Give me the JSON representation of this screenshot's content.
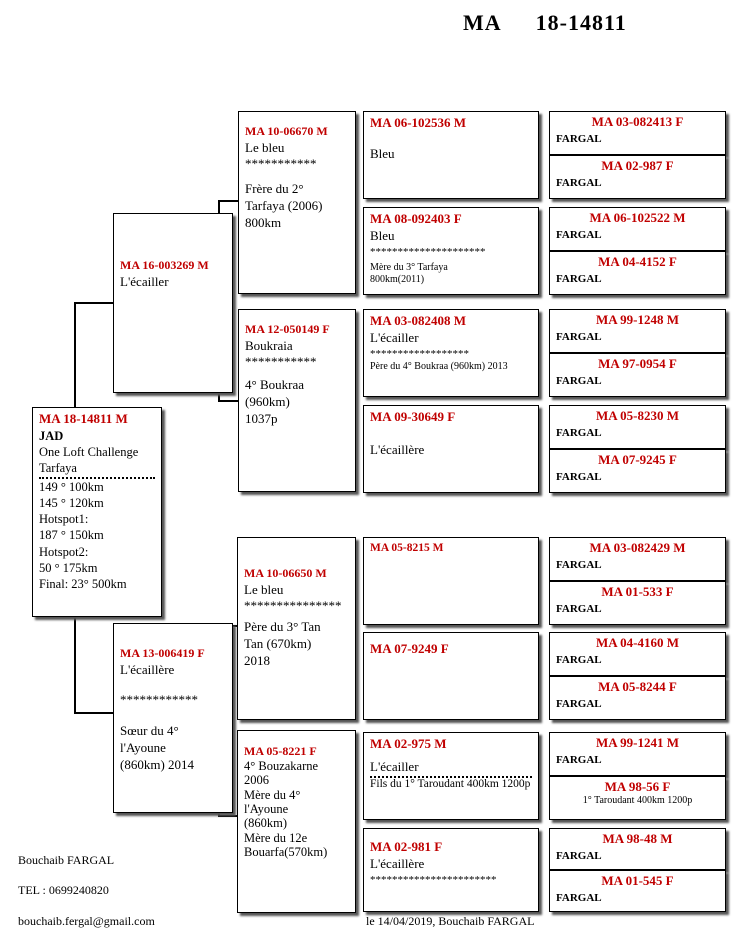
{
  "title": {
    "prefix": "MA",
    "number": "18-14811"
  },
  "gen1": {
    "id": "MA 18-14811 M",
    "name": "JAD",
    "lines": [
      "One Loft Challenge Tarfaya",
      "149 ° 100km",
      "145 ° 120km",
      "Hotspot1:",
      "187 ° 150km",
      "Hotspot2:",
      "50 ° 175km",
      "Final: 23° 500km"
    ]
  },
  "gen2": {
    "sire": {
      "id": "MA 16-003269 M",
      "name": "L'écailler"
    },
    "dam": {
      "id": "MA 13-006419 F",
      "name": "L'écaillère",
      "stars": "************",
      "lines": [
        "Sœur du 4°",
        "l'Ayoune",
        "(860km) 2014"
      ]
    }
  },
  "gen3": {
    "ss": {
      "id": "MA 10-06670 M",
      "name": "Le bleu",
      "stars": "***********",
      "lines": [
        "Frère du 2°",
        "Tarfaya (2006)",
        "800km"
      ]
    },
    "sd": {
      "id": "MA 12-050149 F",
      "name": "Boukraia",
      "stars": "***********",
      "lines": [
        "4° Boukraa",
        "(960km)",
        "1037p"
      ]
    },
    "ds": {
      "id": "MA 10-06650 M",
      "name": "Le bleu",
      "stars": "***************",
      "lines": [
        "Père du 3° Tan",
        "Tan (670km)",
        "2018"
      ]
    },
    "dd": {
      "id": "MA 05-8221 F",
      "lines": [
        "4° Bouzakarne",
        "2006",
        "Mère du 4°",
        "l'Ayoune",
        "(860km)",
        "Mère du 12e",
        "Bouarfa(570km)"
      ]
    }
  },
  "gen4": [
    {
      "id": "MA  06-102536  M",
      "name": "Bleu",
      "stars": "",
      "note": ""
    },
    {
      "id": "MA  08-092403  F",
      "name": "Bleu",
      "stars": "*********************",
      "note": "Mère du 3° Tarfaya 800km(2011)"
    },
    {
      "id": "MA  03-082408  M",
      "name": "L'écailler",
      "stars": "******************",
      "note": "Père du 4° Boukraa (960km) 2013"
    },
    {
      "id": "MA  09-30649  F",
      "name": "L'écaillère",
      "stars": "",
      "note": ""
    },
    {
      "id": "MA  05-8215  M",
      "name": "",
      "stars": "",
      "note": ""
    },
    {
      "id": "MA  07-9249  F",
      "name": "",
      "stars": "",
      "note": ""
    },
    {
      "id": "MA  02-975  M",
      "name": "L'écailler",
      "stars": "",
      "note": "Fils du 1° Taroudant 400km 1200p"
    },
    {
      "id": "MA  02-981  F",
      "name": "L'écaillère",
      "stars": "***********************",
      "note": ""
    }
  ],
  "gen5": [
    {
      "id": "MA  03-082413  F",
      "owner": "FARGAL"
    },
    {
      "id": "MA  02-987  F",
      "owner": "FARGAL"
    },
    {
      "id": "MA 06-102522 M",
      "owner": "FARGAL"
    },
    {
      "id": "MA  04-4152  F",
      "owner": "FARGAL"
    },
    {
      "id": "MA  99-1248  M",
      "owner": "FARGAL"
    },
    {
      "id": "MA  97-0954  F",
      "owner": "FARGAL"
    },
    {
      "id": "MA  05-8230  M",
      "owner": "FARGAL"
    },
    {
      "id": "MA  07-9245  F",
      "owner": "FARGAL"
    },
    {
      "id": "MA  03-082429  M",
      "owner": "FARGAL"
    },
    {
      "id": "MA  01-533  F",
      "owner": "FARGAL"
    },
    {
      "id": "MA  04-4160  M",
      "owner": "FARGAL"
    },
    {
      "id": "MA  05-8244  F",
      "owner": "FARGAL"
    },
    {
      "id": "MA  99-1241  M",
      "owner": "FARGAL"
    },
    {
      "id": "MA  98-56  F",
      "owner": "1° Taroudant 400km 1200p"
    },
    {
      "id": "MA  98-48  M",
      "owner": "FARGAL"
    },
    {
      "id": "MA  01-545  F",
      "owner": "FARGAL"
    }
  ],
  "footer": {
    "name": "Bouchaib FARGAL",
    "tel": "TEL : 0699240820",
    "email": "bouchaib.fergal@gmail.com",
    "date": "le 14/04/2019,  Bouchaib FARGAL"
  }
}
